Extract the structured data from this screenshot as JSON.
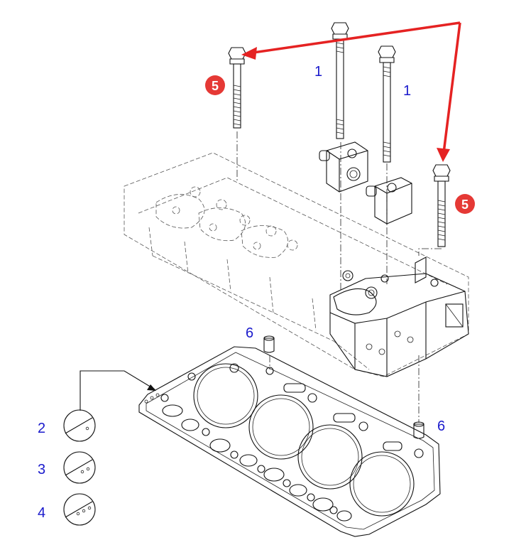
{
  "callouts": {
    "bolt_long_a": "1",
    "bolt_long_b": "1",
    "gasket_thickness_2": "2",
    "gasket_thickness_3": "3",
    "gasket_thickness_4": "4",
    "dowel_top": "6",
    "dowel_bottom": "6",
    "badge_left": "5",
    "badge_right": "5"
  },
  "colors": {
    "callout_text": "#1a1acc",
    "badge_fill": "#e53935",
    "arrow": "#e52222",
    "lines": "#111111"
  },
  "gasket_variants": [
    {
      "label": "2",
      "holes": 1
    },
    {
      "label": "3",
      "holes": 2
    },
    {
      "label": "4",
      "holes": 3
    }
  ]
}
